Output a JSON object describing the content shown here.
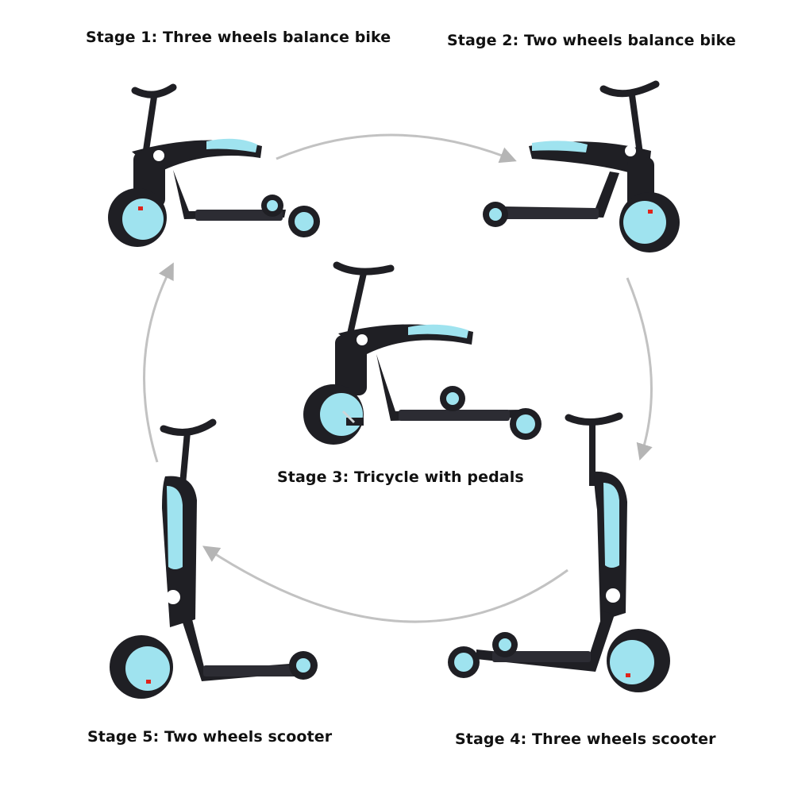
{
  "stages": [
    {
      "label": "Stage 1: Three wheels balance bike"
    },
    {
      "label": "Stage 2: Two wheels balance bike"
    },
    {
      "label": "Stage 3: Tricycle with pedals"
    },
    {
      "label": "Stage 4: Three wheels scooter"
    },
    {
      "label": "Stage 5: Two wheels scooter"
    }
  ],
  "colors": {
    "frame": "#1f1f24",
    "accent": "#9fe3ef",
    "arrow": "#b5b5b5",
    "detail": "#ffffff",
    "marker": "#e0241b"
  }
}
